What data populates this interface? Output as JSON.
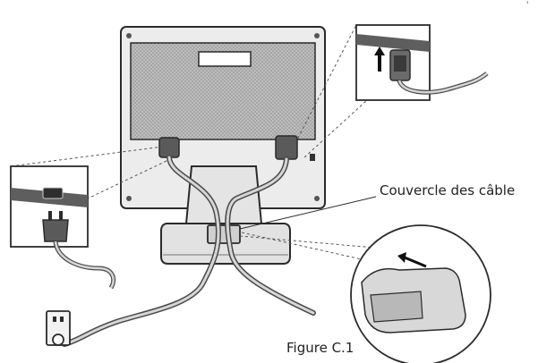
{
  "callout_label": "Couvercle des câble",
  "figure_caption": "Figure C.1",
  "corner_mark": "'",
  "colors": {
    "line": "#2b2b2b",
    "monitor_body": "#e9e9e9",
    "vent_panel": "#bdbdbd",
    "cable_outer": "#4a4a4a",
    "cable_inner": "#cfcfcf",
    "paper": "#ffffff"
  },
  "icons": [
    "monitor-rear-illustration",
    "stand-base",
    "cable-cover",
    "power-cord-plug",
    "signal-cable-connector",
    "wall-outlet",
    "up-arrow-icon",
    "left-arrow-icon",
    "hand-illustration"
  ]
}
